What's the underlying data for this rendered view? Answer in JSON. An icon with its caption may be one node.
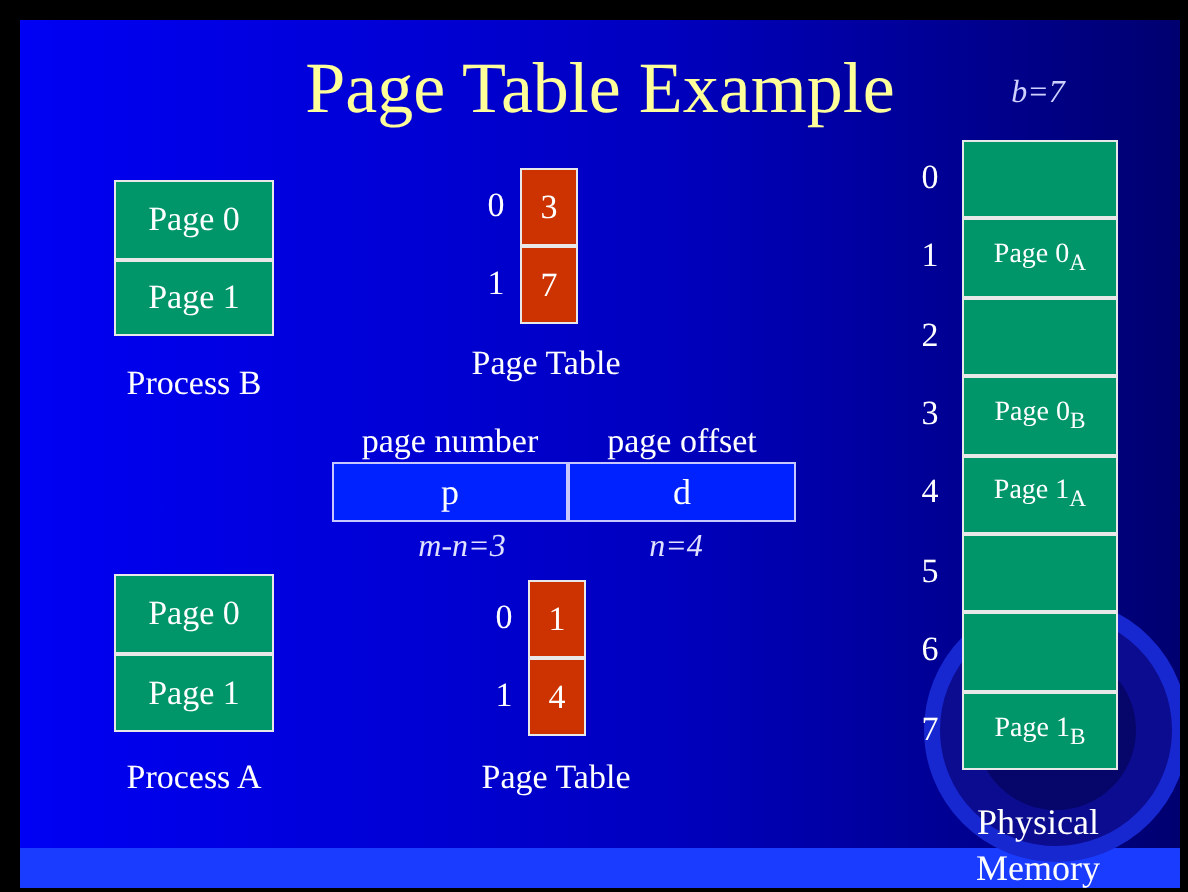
{
  "diagram": {
    "title": "Page Table Example",
    "nodes": [
      {
        "text": [
          "Page 0"
        ]
      },
      {
        "text": [
          "Page 1"
        ]
      },
      {
        "text": [
          "3"
        ],
        "beside": [
          "0"
        ]
      },
      {
        "text": [
          "7"
        ],
        "beside": [
          "1"
        ]
      },
      {
        "text": [
          "page number",
          "p"
        ],
        "beside": [
          "m-n=3"
        ]
      },
      {
        "text": [
          "page offset",
          "d"
        ],
        "beside": [
          "n=4"
        ]
      },
      {
        "text": [
          "Page 0"
        ]
      },
      {
        "text": [
          "Page 1"
        ]
      },
      {
        "text": [
          "1"
        ],
        "beside": [
          "0"
        ]
      },
      {
        "text": [
          "4"
        ],
        "beside": [
          "1"
        ]
      },
      {
        "text": [],
        "shape": "box",
        "beside": [
          "0"
        ]
      },
      {
        "text": [
          "Page 0$_{A}$"
        ],
        "beside": [
          "1"
        ]
      },
      {
        "text": [],
        "shape": "box",
        "beside": [
          "2"
        ]
      },
      {
        "text": [
          "Page 0$_{B}$"
        ],
        "beside": [
          "3"
        ]
      },
      {
        "text": [
          "Page 1$_{A}$"
        ],
        "beside": [
          "4"
        ]
      },
      {
        "text": [],
        "shape": "box",
        "beside": [
          "5"
        ]
      },
      {
        "text": [],
        "shape": "box",
        "beside": [
          "6"
        ]
      },
      {
        "text": [
          "Page 1$_{B}$"
        ],
        "beside": [
          "7"
        ]
      }
    ],
    "labels": [
      "b=7",
      "Process B",
      "Page Table",
      "Process A",
      "Page Table",
      "Physical Memory"
    ]
  }
}
